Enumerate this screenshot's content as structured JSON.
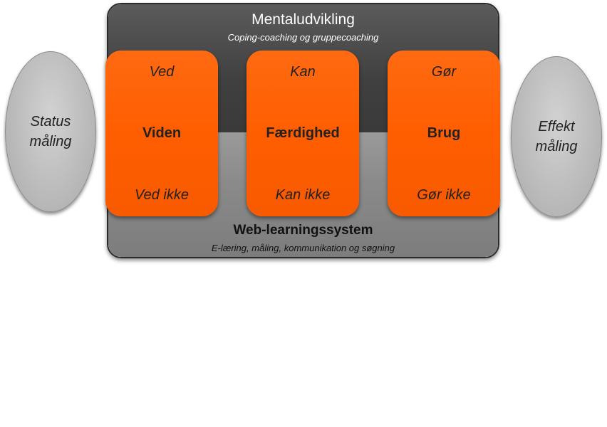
{
  "top_section": {
    "title": "Mentaludvikling",
    "subtitle": "Coping-coaching og gruppecoaching"
  },
  "bottom_section": {
    "title": "Web-learningssystem",
    "subtitle": "E-læring, måling, kommunikation og søgning"
  },
  "cards": [
    {
      "top": "Ved",
      "middle": "Viden",
      "bottom": "Ved ikke"
    },
    {
      "top": "Kan",
      "middle": "Færdighed",
      "bottom": "Kan ikke"
    },
    {
      "top": "Gør",
      "middle": "Brug",
      "bottom": "Gør ikke"
    }
  ],
  "left_ellipse": {
    "line1": "Status",
    "line2": "måling"
  },
  "right_ellipse": {
    "line1": "Effekt",
    "line2": "måling"
  },
  "colors": {
    "card_orange": "#ff5f00",
    "dark_band": "#404040",
    "gray_band": "#8a8a8a",
    "ellipse_gray": "#bdbdbd"
  }
}
